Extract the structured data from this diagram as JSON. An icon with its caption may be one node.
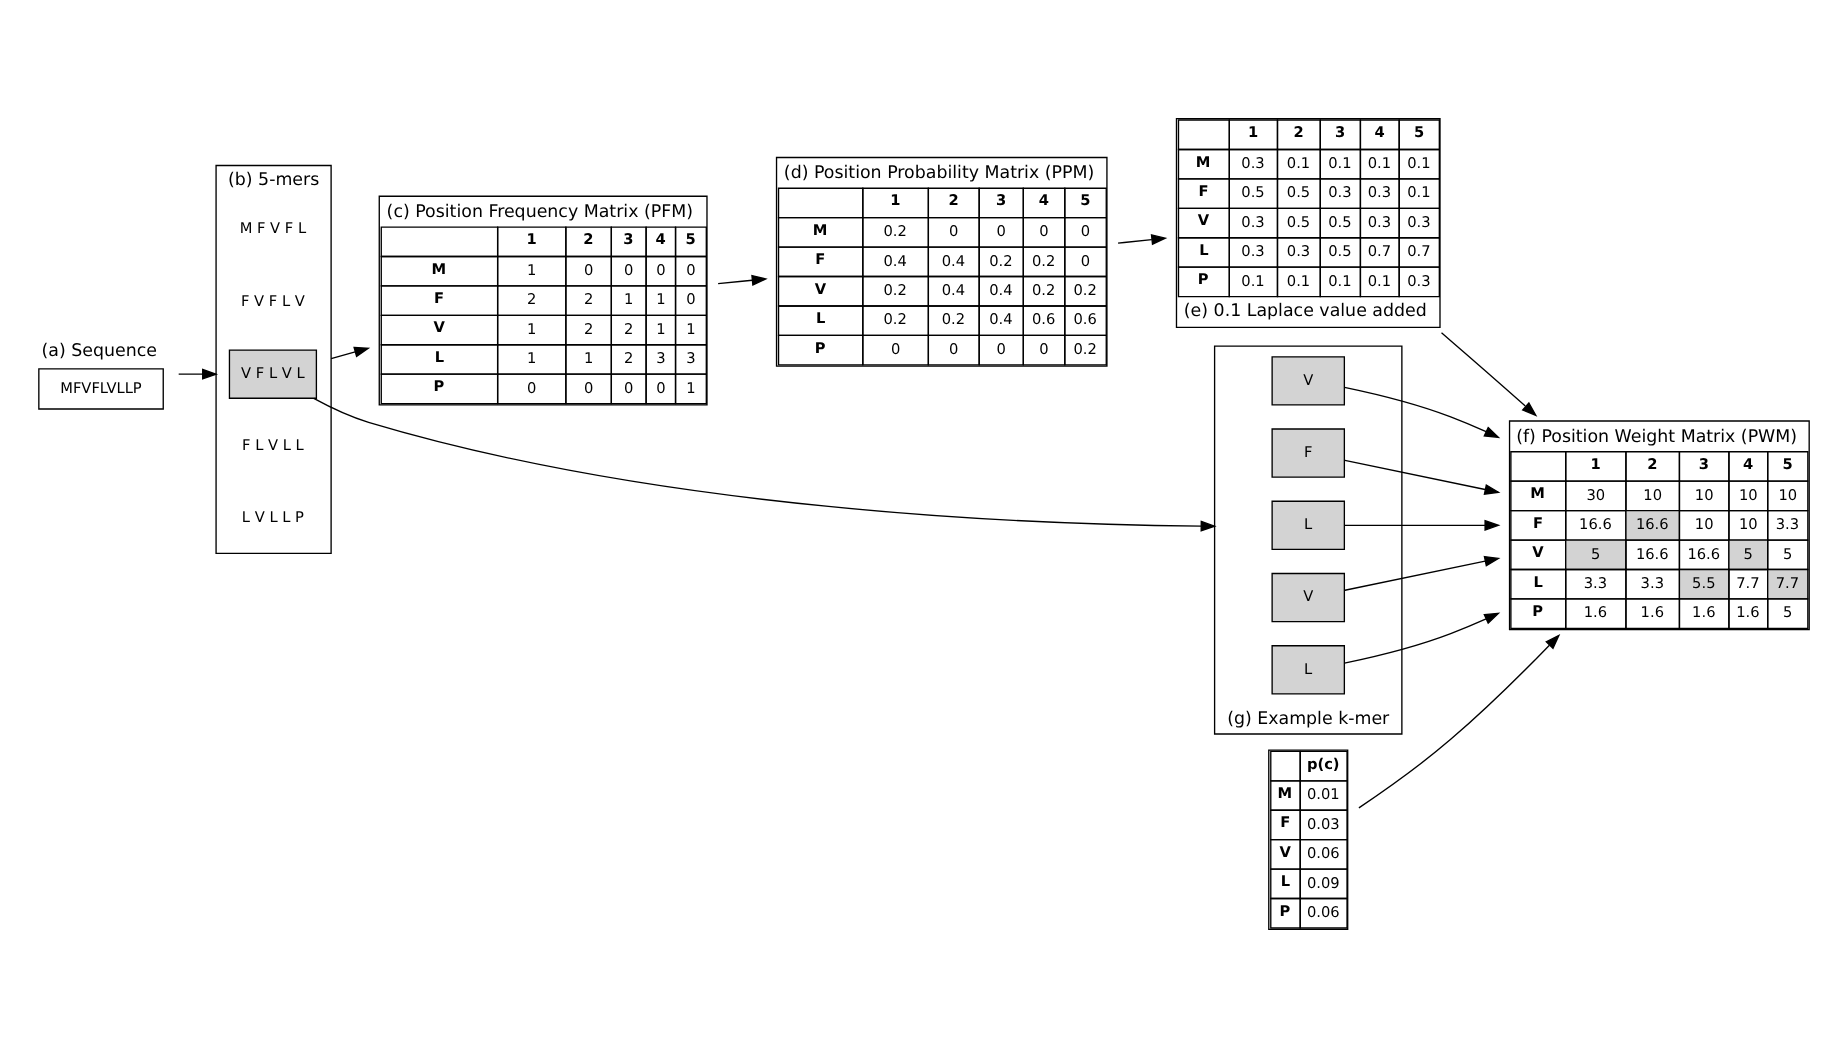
{
  "diagram": {
    "nodes": [
      {
        "text": [
          "(a) Sequence",
          "MFVFLVLLP"
        ]
      },
      {
        "text": [
          "(b) 5-mers"
        ]
      },
      {
        "text": [
          "M F V F L"
        ],
        "in": 1
      },
      {
        "text": [
          "F V F L V"
        ],
        "in": 1
      },
      {
        "text": [
          "V F L V L"
        ],
        "in": 1
      },
      {
        "text": [
          "F L V L L"
        ],
        "in": 1
      },
      {
        "text": [
          "L V L L P"
        ],
        "in": 1
      },
      {
        "text": [
          "(c) Position Frequency Matrix (PFM)",
          "1",
          "2",
          "3",
          "4",
          "5",
          "M",
          "1",
          "0",
          "0",
          "0",
          "0",
          "F",
          "2",
          "2",
          "1",
          "1",
          "0",
          "V",
          "1",
          "2",
          "2",
          "1",
          "1",
          "L",
          "1",
          "1",
          "2",
          "3",
          "3",
          "P",
          "0",
          "0",
          "0",
          "0",
          "1"
        ]
      },
      {
        "text": [
          "(d) Position Probability Matrix (PPM)",
          "1",
          "2",
          "3",
          "4",
          "5",
          "M",
          "0.2",
          "0",
          "0",
          "0",
          "0",
          "F",
          "0.4",
          "0.4",
          "0.2",
          "0.2",
          "0",
          "V",
          "0.2",
          "0.4",
          "0.4",
          "0.2",
          "0.2",
          "L",
          "0.2",
          "0.2",
          "0.4",
          "0.6",
          "0.6",
          "P",
          "0",
          "0",
          "0",
          "0",
          "0.2"
        ]
      },
      {
        "text": [
          "p(c)",
          "M",
          "0.01",
          "F",
          "0.03",
          "V",
          "0.06",
          "L",
          "0.09",
          "P",
          "0.06"
        ]
      },
      {
        "text": [
          "(f) Position Weight Matrix (PWM)",
          "1",
          "2",
          "3",
          "4",
          "5",
          "M",
          "30",
          "10",
          "10",
          "10",
          "10",
          "F",
          "16.6",
          "16.6",
          "10",
          "10",
          "3.3",
          "V",
          "5",
          "16.6",
          "16.6",
          "5",
          "5",
          "L",
          "3.3",
          "3.3",
          "5.5",
          "7.7",
          "7.7",
          "P",
          "1.6",
          "1.6",
          "1.6",
          "1.6",
          "5"
        ]
      },
      {
        "text": [
          "(e) 0.1 Laplace value added",
          "1",
          "2",
          "3",
          "4",
          "5",
          "M",
          "0.3",
          "0.1",
          "0.1",
          "0.1",
          "0.1",
          "F",
          "0.5",
          "0.5",
          "0.3",
          "0.3",
          "0.1",
          "V",
          "0.3",
          "0.5",
          "0.5",
          "0.3",
          "0.3",
          "L",
          "0.3",
          "0.3",
          "0.5",
          "0.7",
          "0.7",
          "P",
          "0.1",
          "0.1",
          "0.1",
          "0.1",
          "0.3"
        ]
      },
      {
        "text": [
          "(g) Example k-mer"
        ]
      },
      {
        "text": [
          "V"
        ],
        "in": 12
      },
      {
        "text": [
          "F"
        ],
        "in": 12
      },
      {
        "text": [
          "L"
        ],
        "in": 12
      },
      {
        "text": [
          "V"
        ],
        "in": 12
      },
      {
        "text": [
          "L"
        ],
        "in": 12
      }
    ],
    "edges": [
      {
        "from": 0,
        "to": 1,
        "arrow": "to"
      },
      {
        "from": 1,
        "to": 7,
        "arrow": "to"
      },
      {
        "from": 7,
        "to": 8,
        "arrow": "to"
      },
      {
        "from": 8,
        "to": 11,
        "arrow": "to"
      },
      {
        "from": 11,
        "to": 10,
        "arrow": "to"
      },
      {
        "from": 9,
        "to": 10,
        "arrow": "to"
      },
      {
        "from": 4,
        "to": 12,
        "arrow": "to"
      },
      {
        "from": 13,
        "to": 10,
        "arrow": "to"
      },
      {
        "from": 14,
        "to": 10,
        "arrow": "to"
      },
      {
        "from": 15,
        "to": 10,
        "arrow": "to"
      },
      {
        "from": 16,
        "to": 10,
        "arrow": "to"
      },
      {
        "from": 17,
        "to": 10,
        "arrow": "to"
      }
    ]
  }
}
